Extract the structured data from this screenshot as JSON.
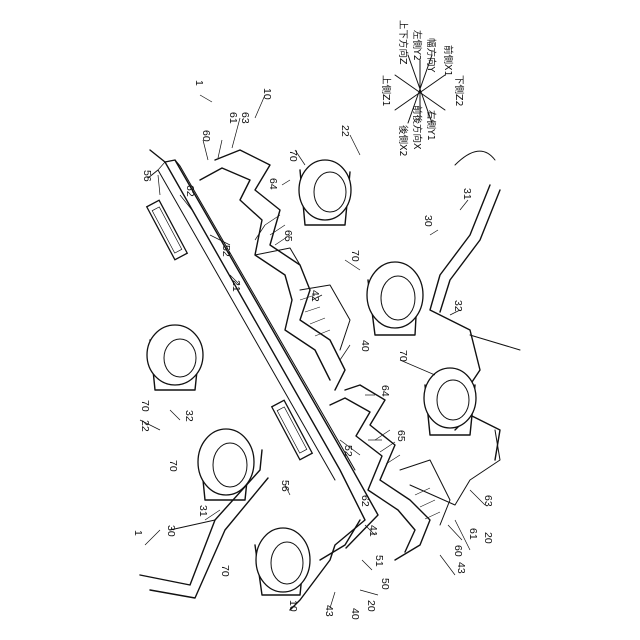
{
  "direction_legend": {
    "up_down": "上下方向Z",
    "left": "左側Y2",
    "width": "幅方向Y",
    "front": "前側X1",
    "upper": "上側Z1",
    "lower": "下側Z2",
    "rear": "後側X2",
    "front_rear": "前後方向X",
    "right": "右側Y1"
  },
  "reference_numerals": {
    "n1": "1",
    "n10": "10",
    "n20": "20",
    "n21": "21",
    "n22": "22",
    "n30": "30",
    "n31": "31",
    "n32": "32",
    "n40": "40",
    "n41": "41",
    "n42": "42",
    "n43": "43",
    "n50": "50",
    "n51": "51",
    "n52": "52",
    "n56": "56",
    "n60": "60",
    "n61": "61",
    "n62": "62",
    "n63": "63",
    "n64": "64",
    "n65": "65",
    "n70": "70"
  }
}
